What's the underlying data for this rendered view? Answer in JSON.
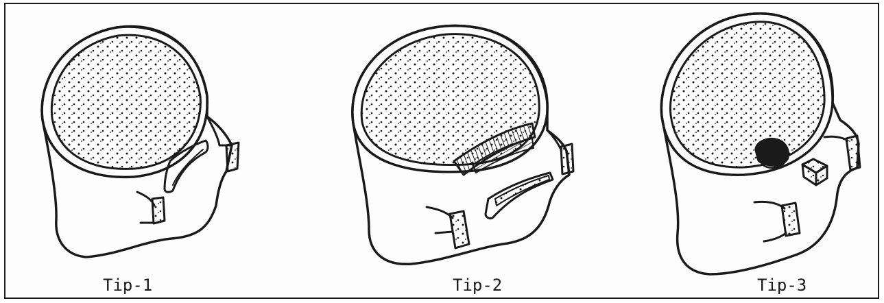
{
  "captions": {
    "tip1": "Tip-1",
    "tip2": "Tip-2",
    "tip3": "Tip-3"
  },
  "colors": {
    "ink": "#1a1a1a",
    "paper": "#fdfdfd"
  }
}
